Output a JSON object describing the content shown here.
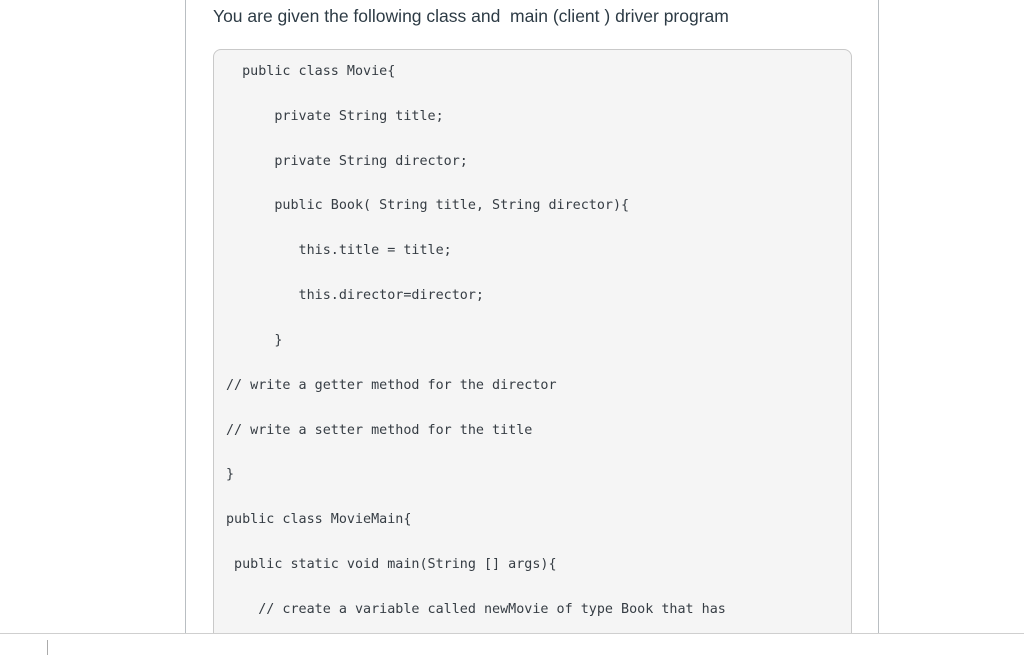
{
  "question": {
    "title": "You are given the following class and  main (client ) driver program",
    "code_lines": [
      "  public class Movie{",
      "      private String title;",
      "      private String director;",
      "      public Book( String title, String director){",
      "         this.title = title;",
      "         this.director=director;",
      "      }",
      "// write a getter method for the director",
      "// write a setter method for the title",
      "}",
      "public class MovieMain{",
      " public static void main(String [] args){",
      "    // create a variable called newMovie of type Book that has"
    ]
  },
  "colors": {
    "pane_border": "#b9bec2",
    "code_background": "#f5f5f5",
    "code_border": "#c9c9c9",
    "title_text": "#2d3b45",
    "code_text": "#363d44",
    "bottom_divider": "#cfcfcf",
    "cutoff_border": "#ababab"
  }
}
